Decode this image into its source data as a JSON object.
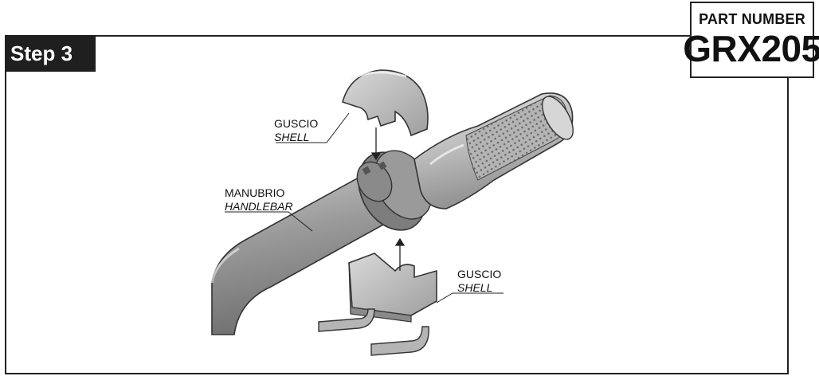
{
  "step": {
    "label": "Step 3"
  },
  "part_number": {
    "label": "PART NUMBER",
    "value": "GRX205"
  },
  "labels": {
    "shell_top": {
      "it": "GUSCIO",
      "en": "SHELL"
    },
    "handlebar": {
      "it": "MANUBRIO",
      "en": "HANDLEBAR"
    },
    "shell_bottom": {
      "it": "GUSCIO",
      "en": "SHELL"
    }
  }
}
